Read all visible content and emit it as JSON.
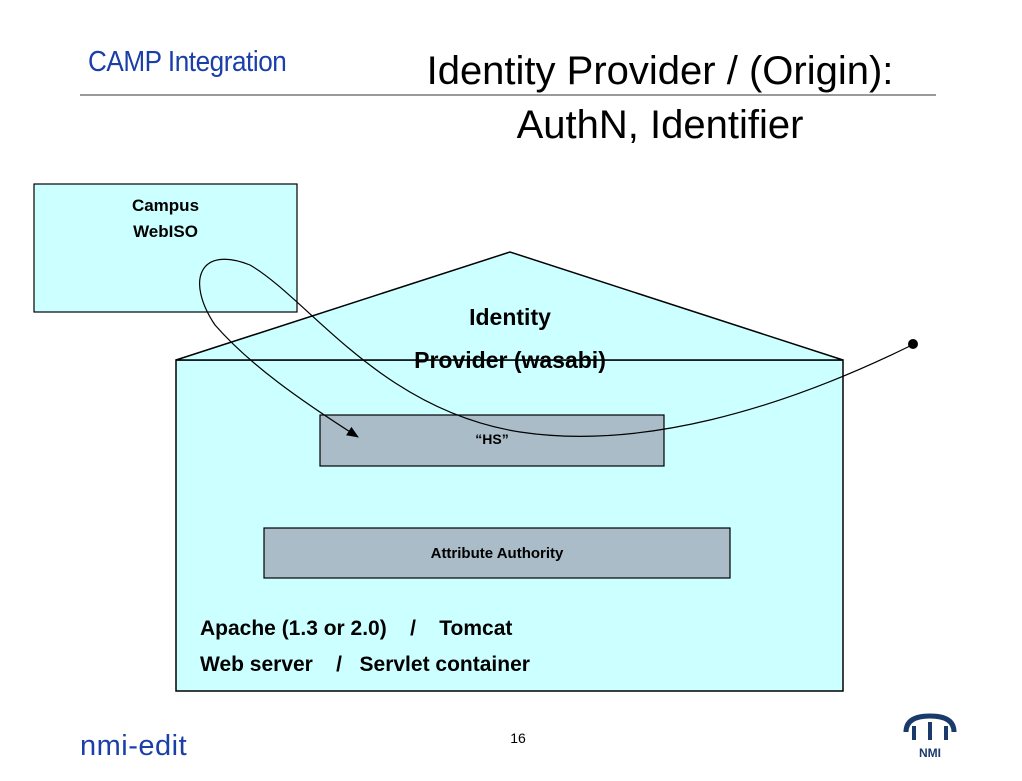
{
  "header": {
    "brand": "CAMP Integration",
    "title_line1": "Identity Provider / (Origin):",
    "title_line2": "AuthN, Identifier"
  },
  "diagram": {
    "campus_box": {
      "line1": "Campus",
      "line2": "WebISO"
    },
    "idp": {
      "line1": "Identity",
      "line2": "Provider (wasabi)"
    },
    "hs_box": "“HS”",
    "aa_box": "Attribute Authority",
    "server_line1": "Apache (1.3 or 2.0)    /    Tomcat",
    "server_line2": "Web server    /   Servlet container"
  },
  "footer": {
    "brand": "nmi-edit",
    "page_number": "16",
    "logo": "NMI"
  },
  "colors": {
    "brand_blue": "#1a3fa8",
    "box_fill": "#ccffff",
    "inner_box_fill": "#a9bcc8"
  }
}
